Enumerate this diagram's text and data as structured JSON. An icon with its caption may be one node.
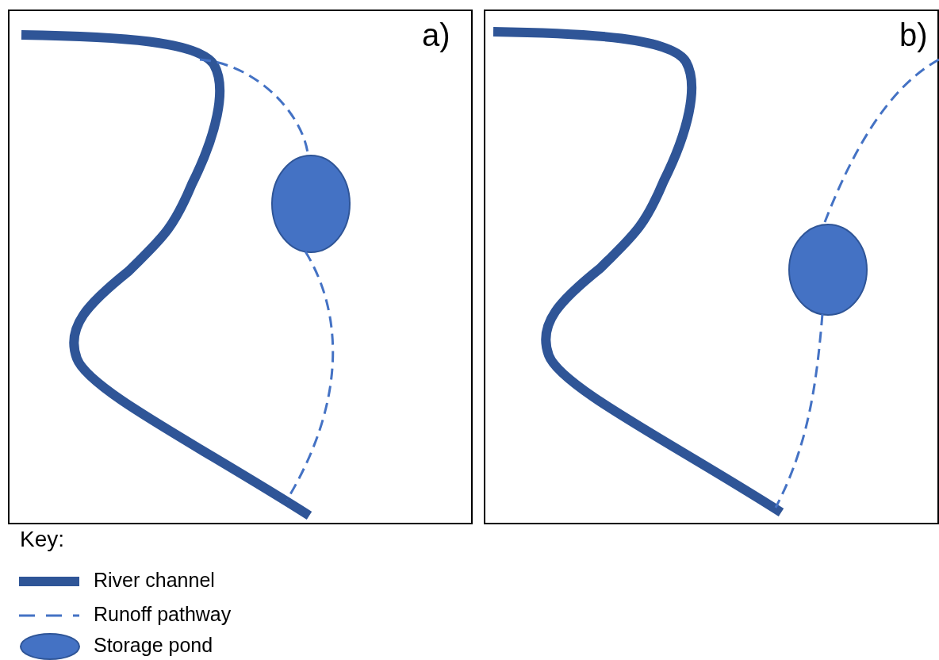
{
  "diagram": {
    "nodes": [
      {
        "text": [
          "a)"
        ]
      },
      {
        "text": [],
        "shape": "line",
        "in": 0
      },
      {
        "text": [],
        "shape": "circle",
        "in": 0
      },
      {
        "text": [
          "b)"
        ]
      },
      {
        "text": [],
        "shape": "line",
        "in": 3
      },
      {
        "text": [],
        "shape": "circle",
        "in": 3
      }
    ],
    "edges": [
      {
        "from": 1,
        "to": 2,
        "arrow": "none",
        "style": "dashed"
      },
      {
        "from": 2,
        "to": 1,
        "arrow": "none",
        "style": "dashed"
      },
      {
        "from": null,
        "to": 5,
        "arrow": "none",
        "style": "dashed"
      },
      {
        "from": 5,
        "to": 4,
        "arrow": "none",
        "style": "dashed"
      }
    ],
    "labels": [
      "Key:"
    ],
    "legend": [
      {
        "text": "River channel"
      },
      {
        "text": "Runoff pathway"
      },
      {
        "text": "Storage pond"
      }
    ]
  }
}
